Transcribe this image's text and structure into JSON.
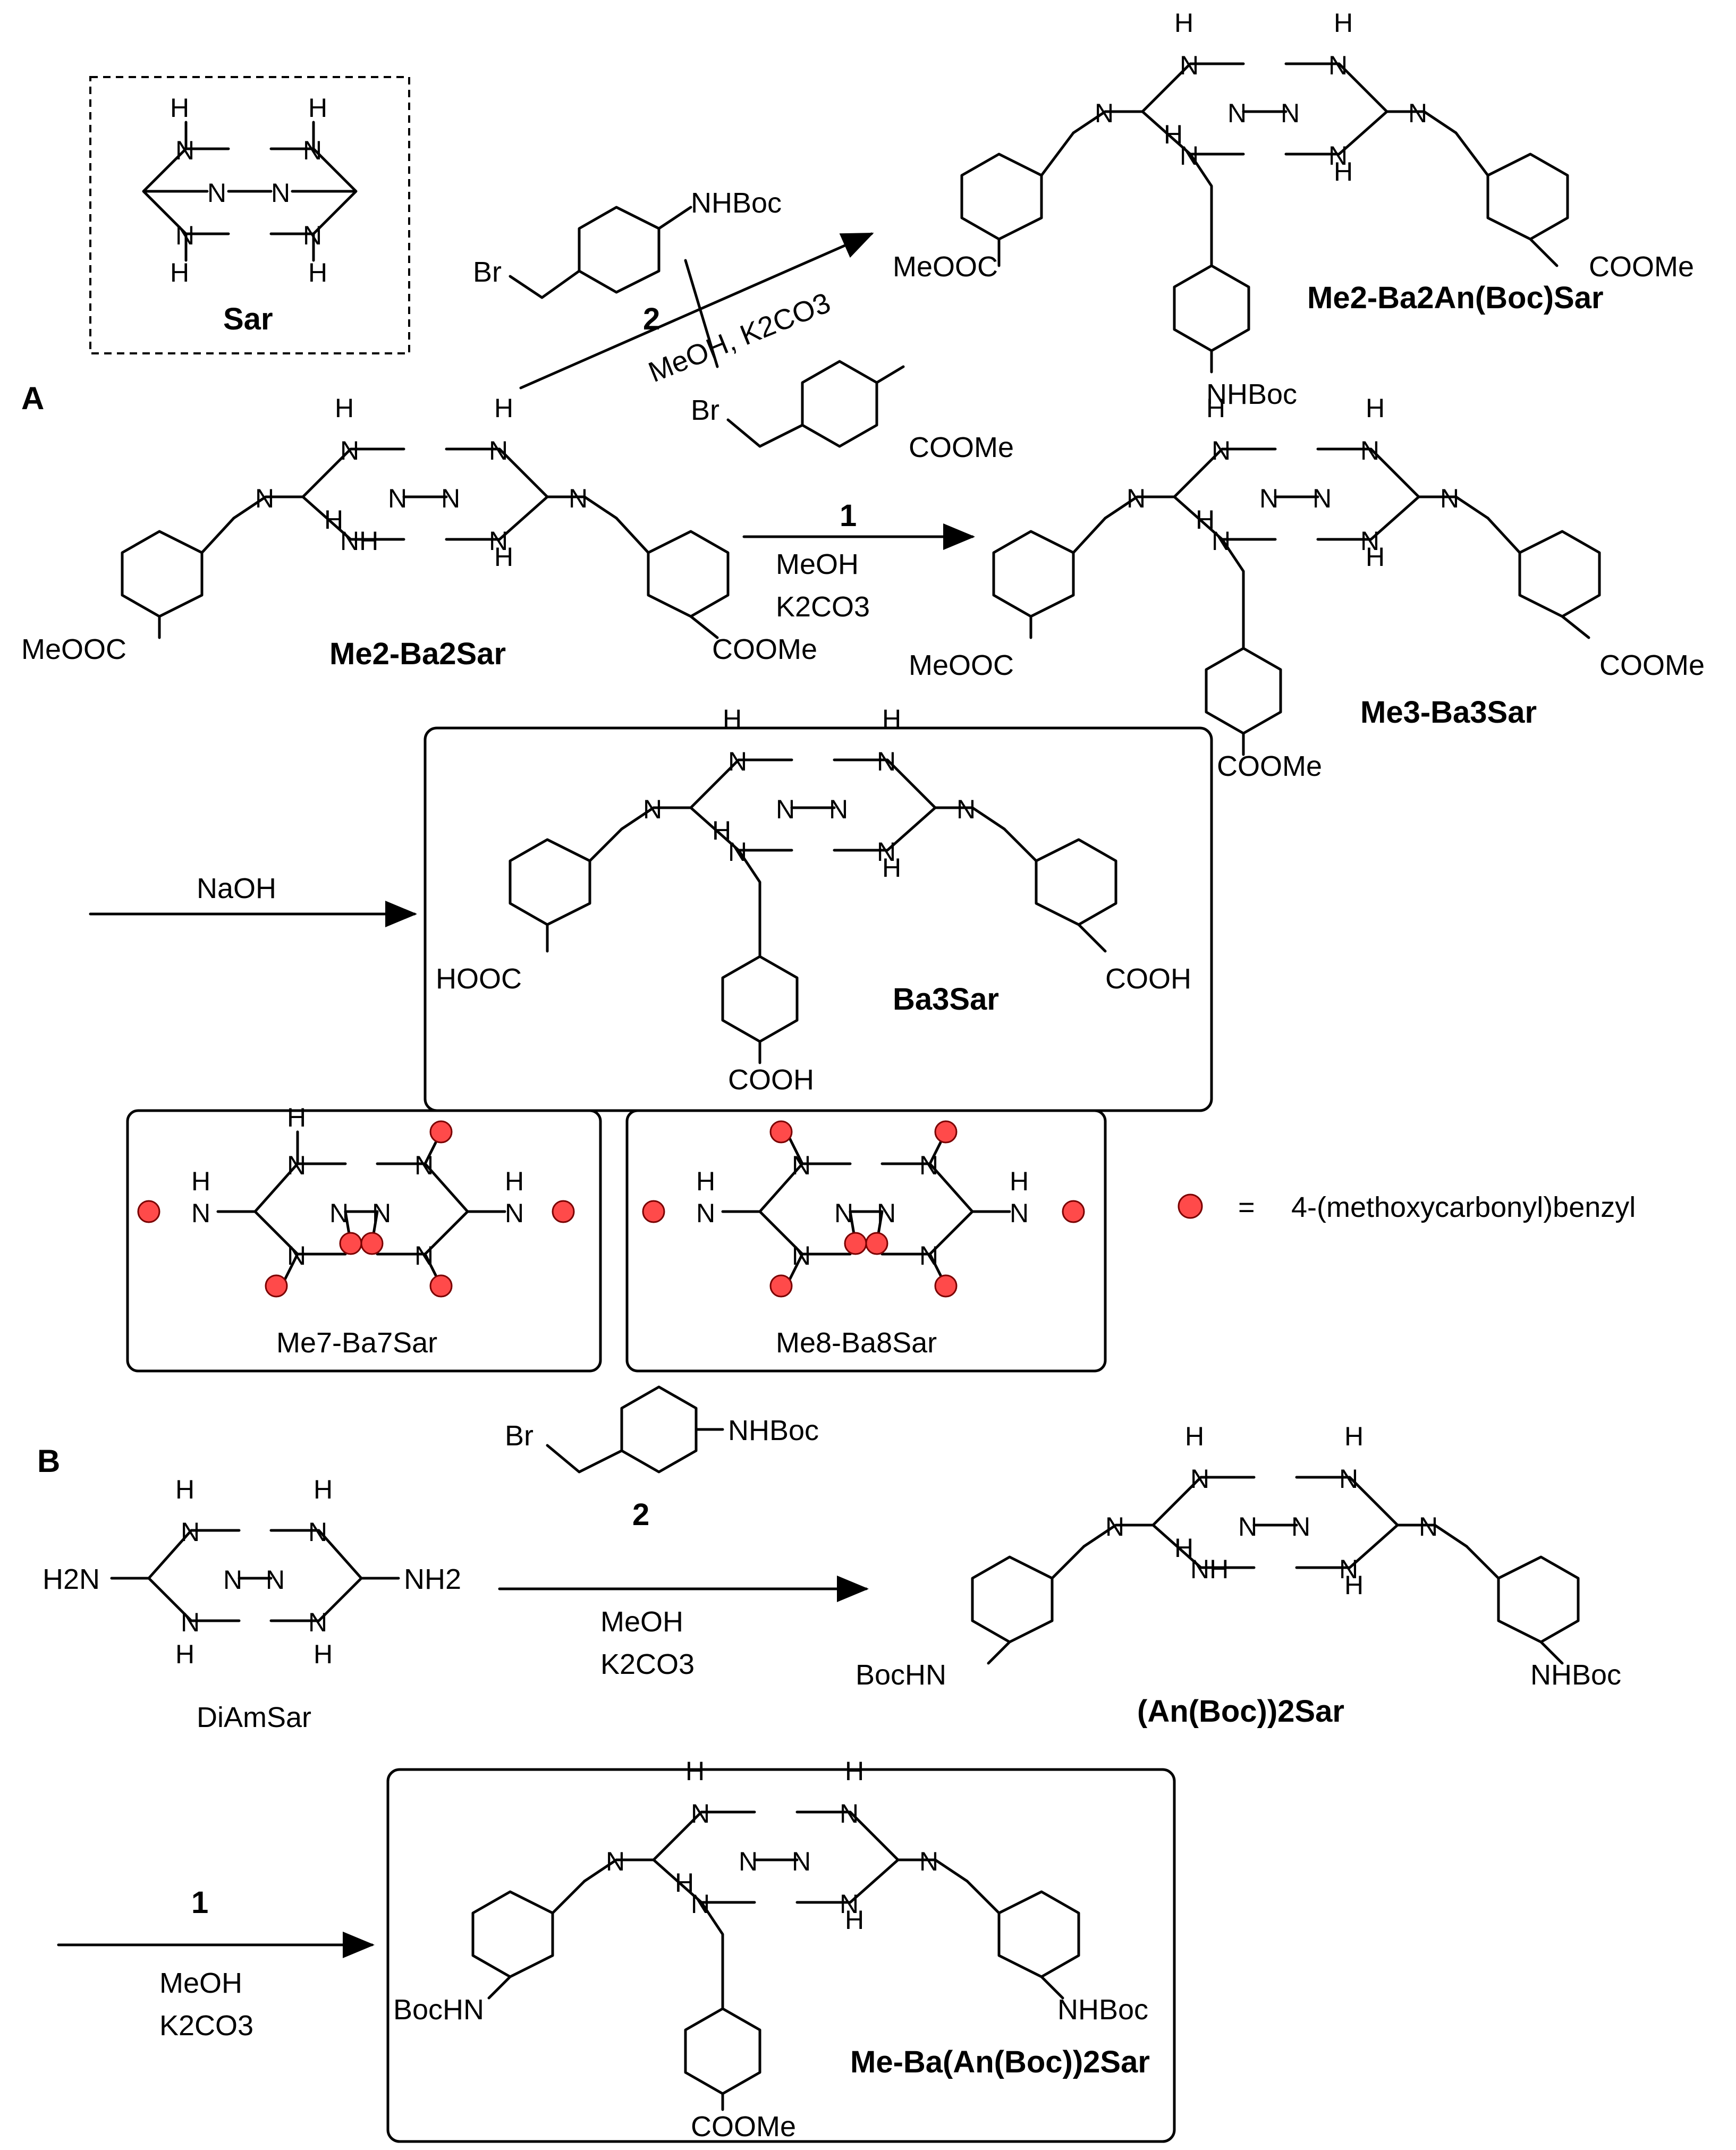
{
  "sections": {
    "a": "A",
    "b": "B"
  },
  "compounds": {
    "sar": "Sar",
    "me2ba2an": "Me2-Ba2An(Boc)Sar",
    "me2ba2": "Me2-Ba2Sar",
    "me3ba3": "Me3-Ba3Sar",
    "ba3": "Ba3Sar",
    "me7ba7": "Me7-Ba7Sar",
    "me8ba8": "Me8-Ba8Sar",
    "diamsar": "DiAmSar",
    "anboc2": "(An(Boc))2Sar",
    "meba_anboc2": "Me-Ba(An(Boc))2Sar"
  },
  "reagents": {
    "reagent_1": "1",
    "reagent_2": "2",
    "meoh": "MeOH",
    "k2co3": "K2CO3",
    "meoh_k2co3": "MeOH, K2CO3",
    "naoh": "NaOH",
    "br": "Br",
    "nhboc": "NHBoc",
    "bochn": "BocHN",
    "cooMe": "COOMe",
    "meooc": "MeOOC",
    "cooh": "COOH",
    "hooc": "HOOC",
    "h2n": "H2N",
    "nh2": "NH2"
  },
  "legend": {
    "equals": "=",
    "definition": "4-(methoxycarbonyl)benzyl"
  },
  "colors": {
    "substituent_ball": "#ff4a4a"
  }
}
